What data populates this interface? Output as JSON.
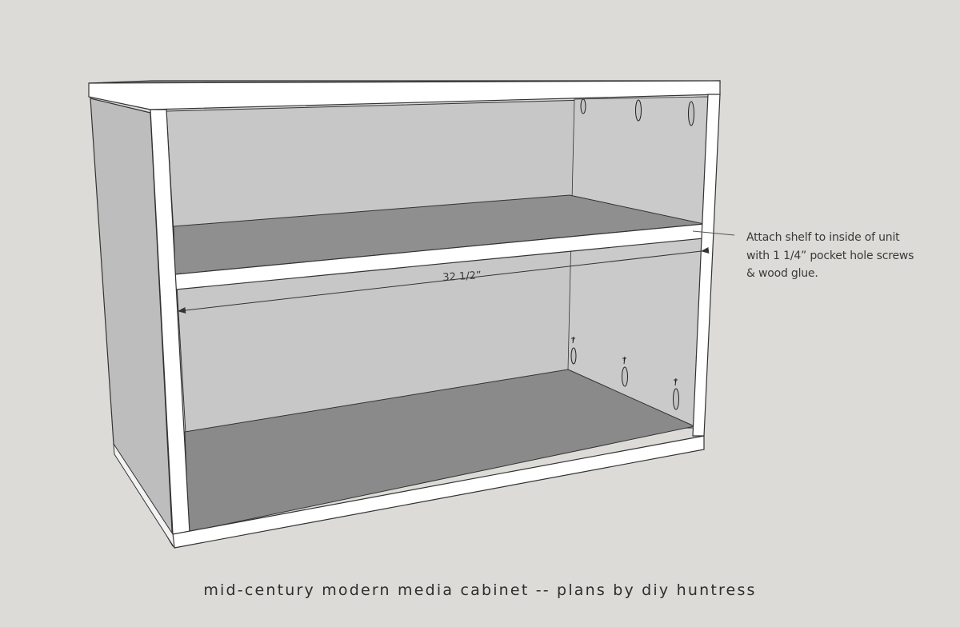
{
  "annotation": {
    "lines": [
      "Attach shelf to inside of unit",
      "with 1 1/4” pocket hole screws",
      "& wood glue."
    ]
  },
  "dimension": {
    "label": "32 1/2”"
  },
  "caption": "mid-century modern media cabinet -- plans by diy huntress",
  "colors": {
    "background": "#dcdbd7",
    "panel_edge": "#ffffff",
    "outline": "#333333",
    "interior_back": "#c7c7c7",
    "shelf_top": "#8f8f8f",
    "bottom_panel": "#8a8a8a",
    "side_outer": "#bdbdbd",
    "top_surface": "#8e8e8e"
  }
}
